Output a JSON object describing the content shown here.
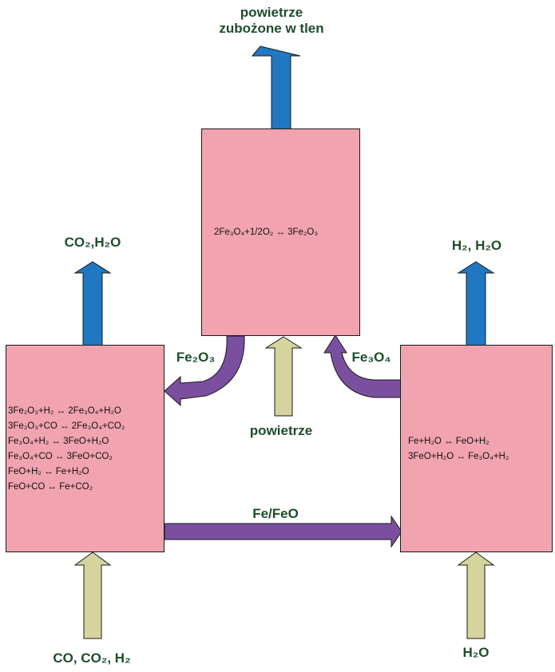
{
  "colors": {
    "reactor_fill": "#f2a3b0",
    "gas_out_arrow": "#1f78c1",
    "gas_in_arrow": "#d4d49c",
    "solid_arrow": "#7b4fa0",
    "label_text": "#1e4d2b"
  },
  "air_reactor": {
    "reactions": [
      "2Fe₃O₄+1/2O₂ ↔ 3Fe₂O₃"
    ],
    "outlet_label_line1": "powietrze",
    "outlet_label_line2": "zubożone w tlen",
    "inlet_label": "powietrze"
  },
  "fuel_reactor": {
    "reactions": [
      "3Fe₂O₃+H₂ ↔ 2Fe₃O₄+H₂O",
      "3Fe₂O₃+CO ↔ 2Fe₃O₄+CO₂",
      "Fe₃O₄+H₂ ↔ 3FeO+H₂O",
      "Fe₃O₄+CO ↔ 3FeO+CO₂",
      "FeO+H₂ ↔ Fe+H₂O",
      "FeO+CO ↔ Fe+CO₂"
    ],
    "outlet_label": "CO₂,H₂O",
    "inlet_label": "CO, CO₂, H₂"
  },
  "steam_reactor": {
    "reactions": [
      "Fe+H₂O ↔ FeO+H₂",
      "3FeO+H₂O ↔ Fe₃O₄+H₂"
    ],
    "outlet_label": "H₂, H₂O",
    "inlet_label": "H₂O"
  },
  "solid_flows": {
    "air_to_fuel": "Fe₂O₃",
    "steam_to_air": "Fe₃O₄",
    "fuel_to_steam": "Fe/FeO"
  }
}
